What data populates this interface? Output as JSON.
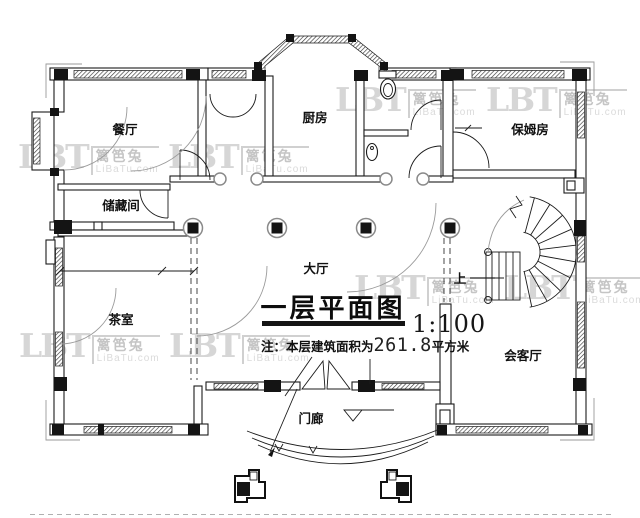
{
  "drawing": {
    "title": "一层平面图",
    "scale": "1:100",
    "note_prefix": "注：本层建筑面积为",
    "note_area": "261.8",
    "note_suffix": "平方米",
    "stair_direction": "上"
  },
  "rooms": {
    "dining": "餐厅",
    "storage": "储藏间",
    "kitchen": "厨房",
    "nanny": "保姆房",
    "hall": "大厅",
    "tea": "茶室",
    "reception": "会客厅",
    "porch": "门廊"
  },
  "watermark": {
    "logo": "LBT",
    "brand": "篱笆兔",
    "site": "LiBaTu.com"
  },
  "colors": {
    "line": "#1b1b1b",
    "pale_line": "#9a9a9a",
    "watermark_gray": "#b5b5b5"
  }
}
